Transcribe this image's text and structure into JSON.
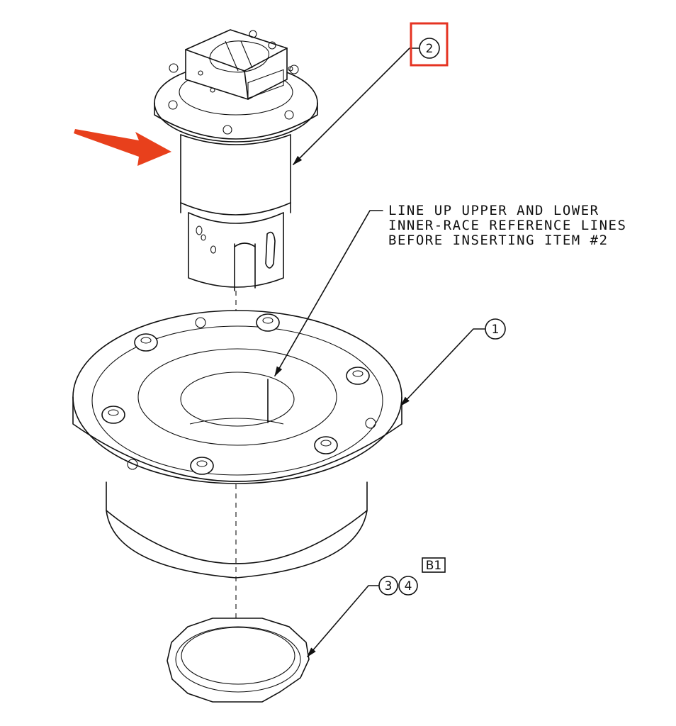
{
  "note": {
    "lines": [
      "LINE UP UPPER AND LOWER",
      "INNER-RACE REFERENCE LINES",
      "BEFORE INSERTING ITEM #2"
    ]
  },
  "balloons": {
    "item_2": "2",
    "item_1": "1",
    "item_3": "3",
    "item_4": "4"
  },
  "tag": {
    "b1": "B1"
  },
  "colors": {
    "highlight_box": "#e53322",
    "arrow": "#e8401c",
    "line": "#111111"
  },
  "icons": {
    "callout_arrow": "red-arrow-icon"
  }
}
